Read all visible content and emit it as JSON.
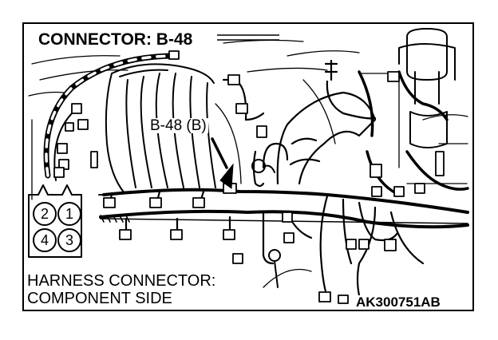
{
  "diagram": {
    "title": "CONNECTOR: B-48",
    "callout": "B-48 (B)",
    "harness_line1": "HARNESS CONNECTOR:",
    "harness_line2": "COMPONENT SIDE",
    "figure_code": "AK300751AB",
    "pins": {
      "top_left": "2",
      "top_right": "1",
      "bottom_left": "4",
      "bottom_right": "3"
    }
  }
}
